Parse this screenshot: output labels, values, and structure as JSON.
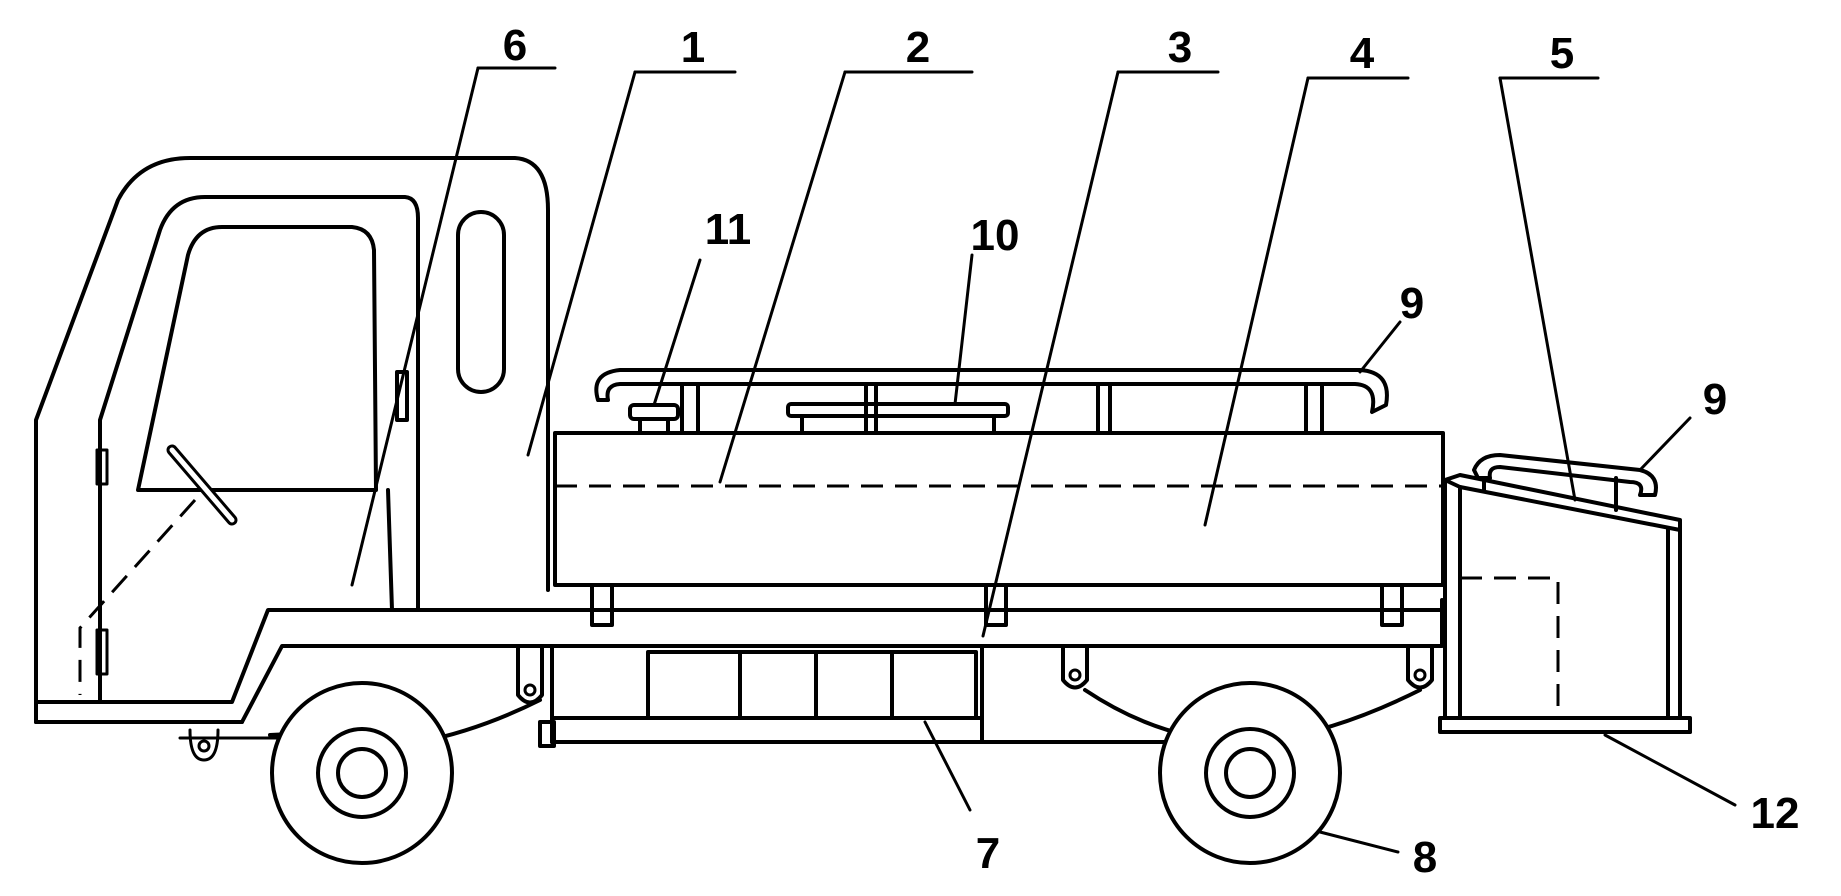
{
  "figure": {
    "callouts": [
      {
        "id": "c6",
        "text": "6"
      },
      {
        "id": "c1",
        "text": "1"
      },
      {
        "id": "c2",
        "text": "2"
      },
      {
        "id": "c3",
        "text": "3"
      },
      {
        "id": "c4",
        "text": "4"
      },
      {
        "id": "c5",
        "text": "5"
      },
      {
        "id": "c11",
        "text": "11"
      },
      {
        "id": "c10",
        "text": "10"
      },
      {
        "id": "c9a",
        "text": "9"
      },
      {
        "id": "c9b",
        "text": "9"
      },
      {
        "id": "c7",
        "text": "7"
      },
      {
        "id": "c8",
        "text": "8"
      },
      {
        "id": "c12",
        "text": "12"
      }
    ]
  }
}
